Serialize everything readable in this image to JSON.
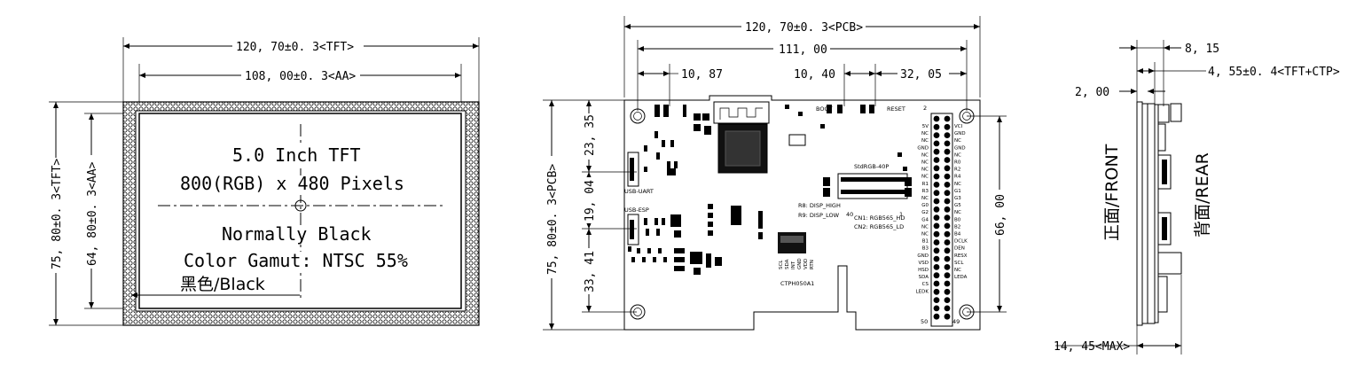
{
  "front_view": {
    "dim_width_tft": "120, 70±0. 3<TFT>",
    "dim_width_aa": "108, 00±0. 3<AA>",
    "dim_height_tft": "75, 80±0. 3<TFT>",
    "dim_height_aa": "64, 80±0. 3<AA>",
    "line1": "5.0 Inch TFT",
    "line2": "800(RGB) x 480 Pixels",
    "line3": "Normally Black",
    "line4": "Color Gamut: NTSC 55%",
    "color_label": "黑色/Black"
  },
  "pcb_view": {
    "dim_width_pcb": "120, 70±0. 3<PCB>",
    "dim_111": "111, 00",
    "dim_1087": "10, 87",
    "dim_1040": "10, 40",
    "dim_3205": "32, 05",
    "dim_height_pcb": "75, 80±0. 3<PCB>",
    "dim_2335": "23, 35",
    "dim_1904": "19, 04",
    "dim_3341": "33, 41",
    "dim_6600": "66, 00",
    "boot": "BOOT",
    "reset": "RESET",
    "usb_uart": "USB-UART",
    "usb_esp": "USB-ESP",
    "stdrgb": "StdRGB-40P",
    "r8": "R8: DISP_HIGH",
    "r9": "R9: DISP_LOW",
    "cn1": "CN1: RGB565_HD",
    "cn2": "CN2: RGB565_LD",
    "ctp": "CTPH050A1",
    "pin_2": "2",
    "pin_40": "40",
    "pin_1": "1",
    "pin_50": "50",
    "pin_49": "49",
    "left_pins": [
      "5V",
      "NC",
      "NC",
      "GND",
      "NC",
      "NC",
      "NC",
      "NC",
      "R1",
      "R3",
      "NC",
      "G0",
      "G2",
      "G4",
      "NC",
      "NC",
      "B1",
      "B3",
      "GND",
      "VSD",
      "HSD",
      "SDA",
      "CS",
      "LEDK"
    ],
    "right_pins": [
      "VCI",
      "GND",
      "NC",
      "GND",
      "NC",
      "R0",
      "R2",
      "R4",
      "NC",
      "G1",
      "G3",
      "G5",
      "NC",
      "B0",
      "B2",
      "B4",
      "DCLK",
      "DEN",
      "RESX",
      "SCL",
      "NC",
      "LEDA"
    ],
    "ctp_pins": [
      "SCL",
      "SDA",
      "INT",
      "GND",
      "VDD",
      "RTN"
    ]
  },
  "side_view": {
    "dim_815": "8, 15",
    "dim_455": "4, 55±0. 4<TFT+CTP>",
    "dim_200": "2, 00",
    "dim_1445": "14, 45<MAX>",
    "front_label": "正面/FRONT",
    "rear_label": "背面/REAR"
  }
}
